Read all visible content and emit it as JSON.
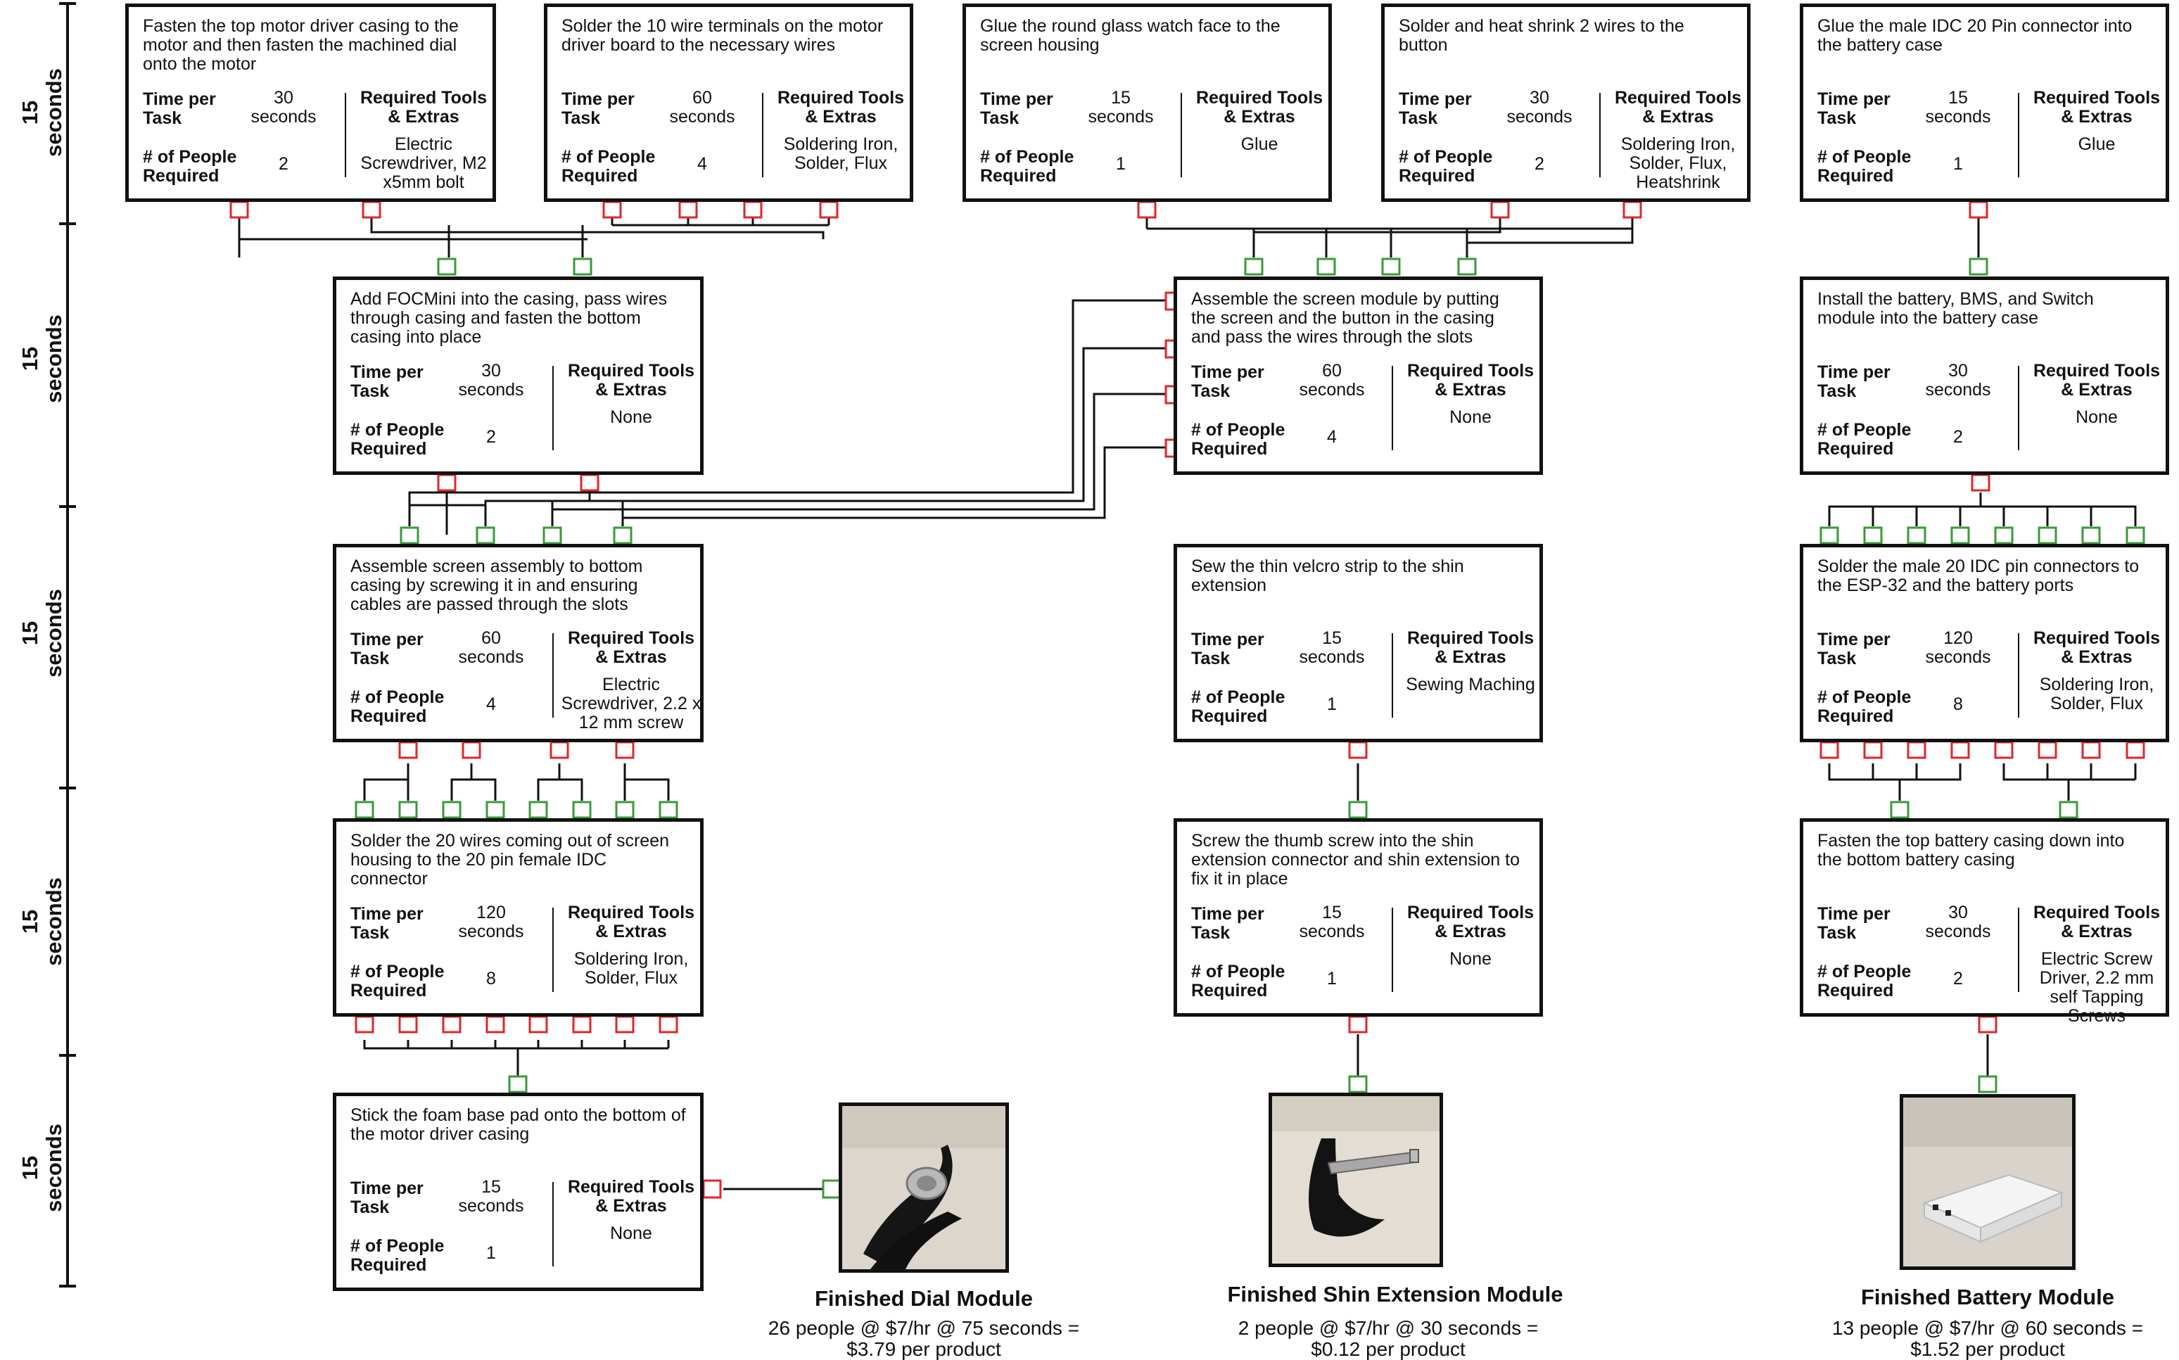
{
  "labels": {
    "time": "Time per Task",
    "people": "# of People Required",
    "tools": "Required Tools & Extras"
  },
  "stages": [
    "15 seconds",
    "15 seconds",
    "15 seconds",
    "15 seconds",
    "15 seconds"
  ],
  "tasks": [
    {
      "desc": "Fasten the top motor driver casing to the motor and then fasten the machined dial onto the motor",
      "time": "30 seconds",
      "people": "2",
      "tools": "Electric Screwdriver, M2 x5mm bolt"
    },
    {
      "desc": "Solder the 10 wire terminals on the motor driver board to the necessary wires",
      "time": "60 seconds",
      "people": "4",
      "tools": "Soldering Iron, Solder, Flux"
    },
    {
      "desc": "Glue the round glass watch face to the screen housing",
      "time": "15 seconds",
      "people": "1",
      "tools": "Glue"
    },
    {
      "desc": "Solder and heat shrink 2 wires to the button",
      "time": "30 seconds",
      "people": "2",
      "tools": "Soldering Iron, Solder, Flux, Heatshrink"
    },
    {
      "desc": "Glue the male IDC 20 Pin connector into the battery case",
      "time": "15 seconds",
      "people": "1",
      "tools": "Glue"
    },
    {
      "desc": "Add FOCMini into the casing, pass wires through casing and fasten the bottom casing into place",
      "time": "30 seconds",
      "people": "2",
      "tools": "None"
    },
    {
      "desc": "Assemble the screen module by putting the screen and the button in the casing and pass the wires through the slots",
      "time": "60 seconds",
      "people": "4",
      "tools": "None"
    },
    {
      "desc": "Install the battery, BMS, and Switch module into the battery case",
      "time": "30 seconds",
      "people": "2",
      "tools": "None"
    },
    {
      "desc": "Assemble screen assembly to bottom casing by screwing it in and ensuring cables are passed through the slots",
      "time": "60 seconds",
      "people": "4",
      "tools": "Electric Screwdriver, 2.2 x 12 mm screw"
    },
    {
      "desc": "Sew the thin velcro strip to the shin extension",
      "time": "15 seconds",
      "people": "1",
      "tools": "Sewing Maching"
    },
    {
      "desc": "Solder the male 20 IDC pin connectors to the ESP-32 and the battery ports",
      "time": "120 seconds",
      "people": "8",
      "tools": "Soldering Iron, Solder, Flux"
    },
    {
      "desc": "Solder the 20 wires coming out of screen housing to the 20 pin female IDC connector",
      "time": "120 seconds",
      "people": "8",
      "tools": "Soldering Iron, Solder, Flux"
    },
    {
      "desc": "Screw the thumb screw into the shin extension connector and shin extension to fix it in place",
      "time": "15 seconds",
      "people": "1",
      "tools": "None"
    },
    {
      "desc": "Fasten the top battery casing down into the bottom battery casing",
      "time": "30 seconds",
      "people": "2",
      "tools": "Electric Screw Driver, 2.2 mm self Tapping Screws"
    },
    {
      "desc": "Stick the foam base pad onto the bottom of the motor driver casing",
      "time": "15 seconds",
      "people": "1",
      "tools": "None"
    }
  ],
  "products": [
    {
      "title": "Finished Dial Module",
      "cost": "26 people @ $7/hr @ 75 seconds = $3.79 per product"
    },
    {
      "title": "Finished Shin Extension Module",
      "cost": "2 people @ $7/hr @ 30 seconds = $0.12 per product"
    },
    {
      "title": "Finished Battery Module",
      "cost": "13 people @ $7/hr @ 60 seconds = $1.52 per product"
    }
  ],
  "colors": {
    "output_port": "#e0262b",
    "input_port": "#3a9a3a",
    "line": "#111111"
  }
}
